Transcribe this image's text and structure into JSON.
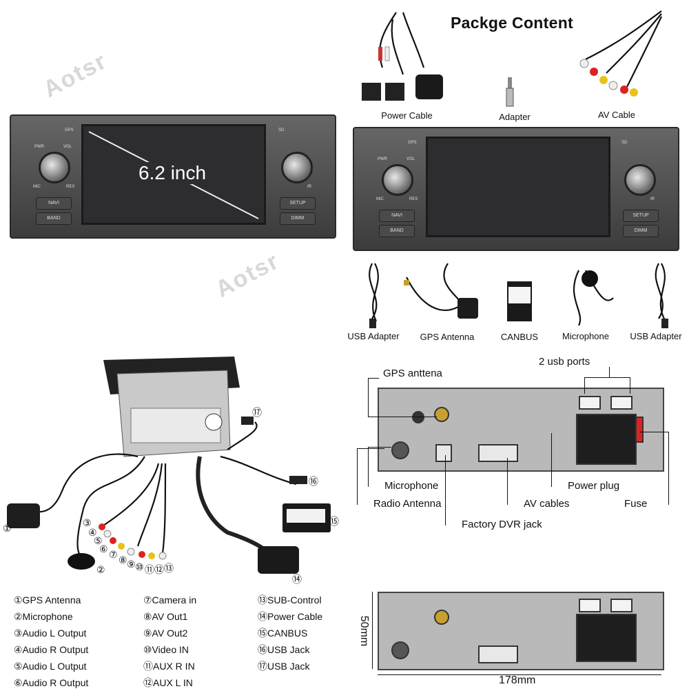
{
  "package": {
    "title": "Packge Content",
    "items": {
      "power_cable": "Power Cable",
      "adapter": "Adapter",
      "av_cable": "AV Cable",
      "usb_adapter_1": "USB Adapter",
      "gps_antenna": "GPS Antenna",
      "canbus": "CANBUS",
      "microphone": "Microphone",
      "usb_adapter_2": "USB Adapter"
    }
  },
  "front_unit": {
    "screen_size": "6.2 inch",
    "buttons": {
      "gps": "GPS",
      "pwr": "PWR",
      "vol": "VOL",
      "mic": "MIC",
      "res": "RES",
      "navi": "NAVI",
      "band": "BAND",
      "sd": "SD",
      "ir": "IR",
      "setup": "SETUP",
      "dimm": "DIMM"
    }
  },
  "watermark": "Aotsr",
  "back_panel": {
    "labels": {
      "usb_ports": "2 usb ports",
      "gps": "GPS anttena",
      "microphone": "Microphone",
      "radio_antenna": "Radio Antenna",
      "power_plug": "Power plug",
      "av_cables": "AV cables",
      "fuse": "Fuse",
      "dvr": "Factory DVR jack"
    },
    "dimensions": {
      "height": "50mm",
      "width": "178mm"
    }
  },
  "callouts": [
    "①",
    "②",
    "③",
    "④",
    "⑤",
    "⑥",
    "⑦",
    "⑧",
    "⑨",
    "⑩",
    "⑪",
    "⑫",
    "⑬",
    "⑭",
    "⑮",
    "⑯",
    "⑰"
  ],
  "legend": {
    "col1": [
      "①GPS Antenna",
      "②Microphone",
      "③Audio L Output",
      "④Audio R Output",
      "⑤Audio L Output",
      "⑥Audio R Output"
    ],
    "col2": [
      "⑦Camera in",
      "⑧AV Out1",
      "⑨AV Out2",
      "⑩Video IN",
      "⑪AUX R IN",
      "⑫AUX L IN"
    ],
    "col3": [
      "⑬SUB-Control",
      "⑭Power Cable",
      "⑮CANBUS",
      "⑯USB Jack",
      "⑰USB Jack"
    ]
  }
}
